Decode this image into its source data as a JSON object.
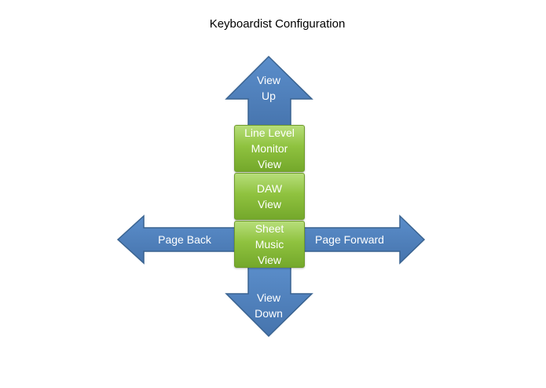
{
  "title": "Keyboardist Configuration",
  "arrows": {
    "up": "View\nUp",
    "down": "View\nDown",
    "left": "Page Back",
    "right": "Page Forward"
  },
  "views": [
    "Line Level\nMonitor\nView",
    "DAW\nView",
    "Sheet\nMusic\nView"
  ],
  "colors": {
    "arrow_fill": "#4f81bd",
    "arrow_stroke": "#3a6390",
    "box_top": "#b7de7a",
    "box_bottom": "#74a82b"
  }
}
